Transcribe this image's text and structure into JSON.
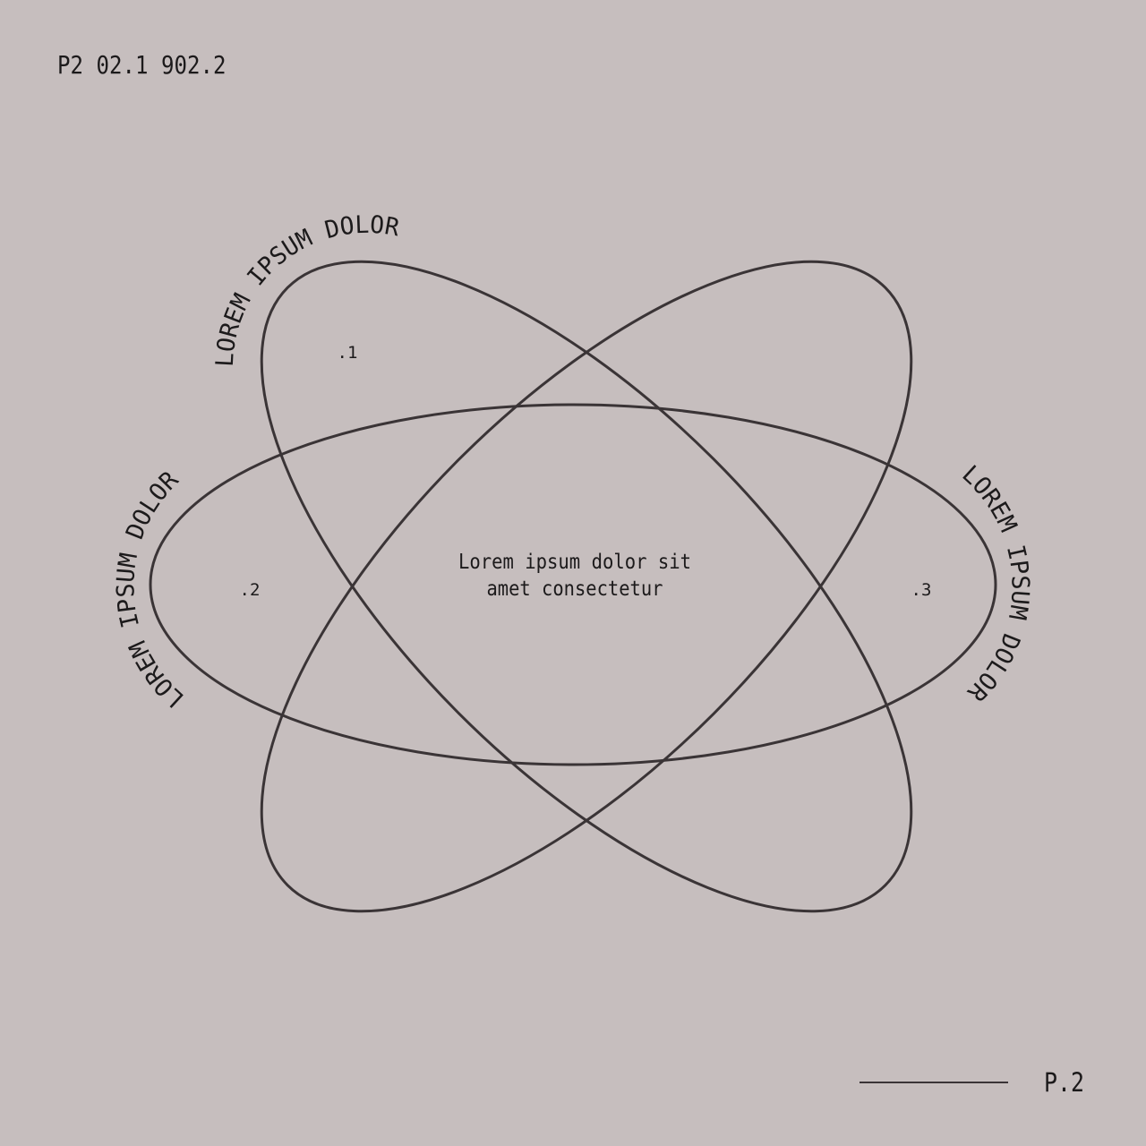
{
  "header": {
    "code": "P2 02.1 902.2"
  },
  "footer": {
    "page": "P.2"
  },
  "diagram": {
    "stroke_color": "#3a3436",
    "background": "#c6bebe",
    "ellipses": [
      {
        "label": "LOREM IPSUM DOLOR",
        "number": ".1"
      },
      {
        "label": "LOREM IPSUM DOLOR",
        "number": ".2"
      },
      {
        "label": "LOREM IPSUM DOLOR",
        "number": ".3"
      }
    ],
    "center_text": [
      "Lorem ipsum dolor sit",
      "amet consectetur"
    ]
  }
}
